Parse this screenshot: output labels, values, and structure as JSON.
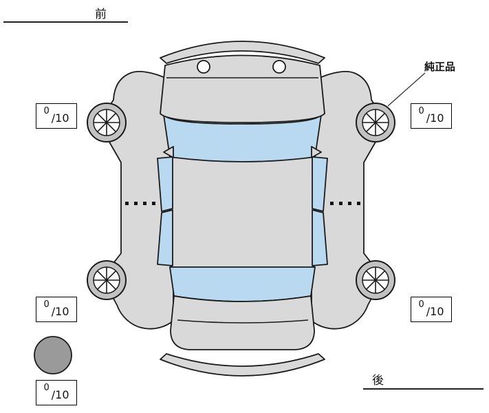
{
  "labels": {
    "front": "前",
    "rear": "後",
    "genuine_part": "純正品"
  },
  "scores": {
    "front_left": {
      "value": "0",
      "max": "/10"
    },
    "front_right": {
      "value": "0",
      "max": "/10"
    },
    "rear_left": {
      "value": "0",
      "max": "/10"
    },
    "rear_right": {
      "value": "0",
      "max": "/10"
    },
    "spare": {
      "value": "0",
      "max": "/10"
    }
  },
  "colors": {
    "body": "#d9d9d9",
    "glass": "#b9d9f0",
    "tire": "#c2c2c2",
    "spare": "#9a9a9a"
  }
}
